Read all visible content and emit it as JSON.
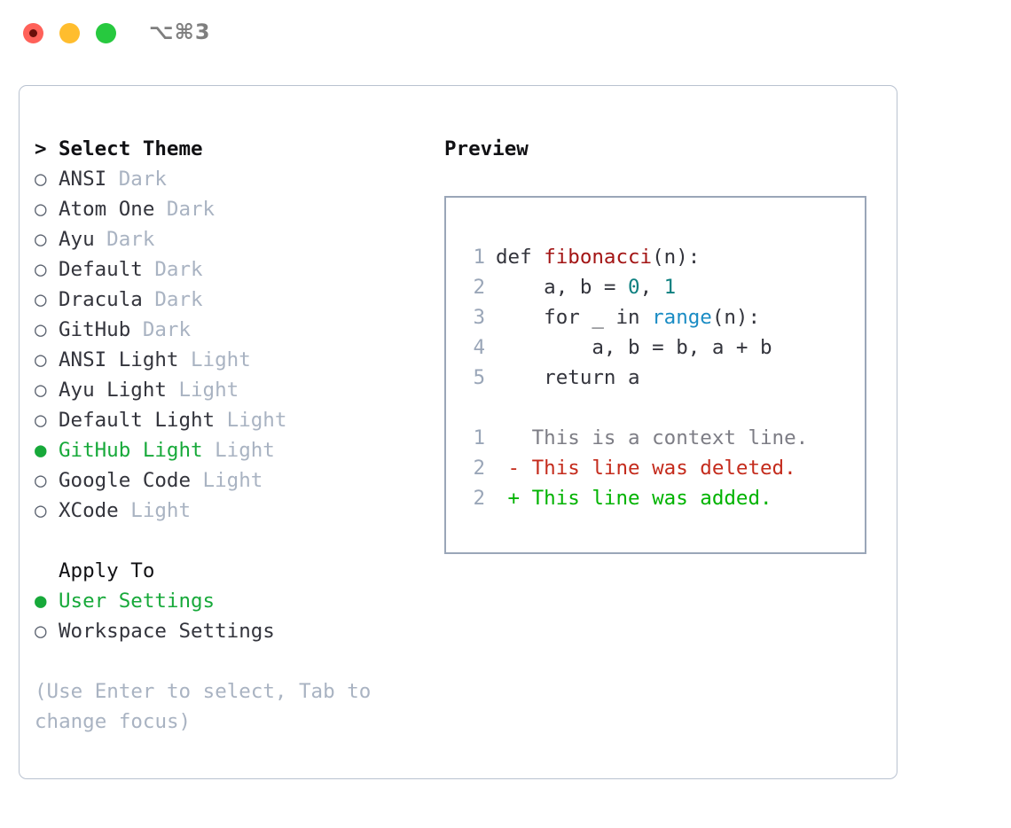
{
  "titlebar": {
    "shortcut": "⌥⌘3",
    "buttons": [
      {
        "name": "close",
        "color": "#ff6159"
      },
      {
        "name": "minimize",
        "color": "#ffbd2e"
      },
      {
        "name": "maximize",
        "color": "#27c93f"
      }
    ]
  },
  "theme_list": {
    "header": "Select Theme",
    "caret": ">",
    "bullet_selected": "●",
    "bullet_unselected": "○",
    "items": [
      {
        "label": "ANSI",
        "badge": "Dark",
        "selected": false
      },
      {
        "label": "Atom One",
        "badge": "Dark",
        "selected": false
      },
      {
        "label": "Ayu",
        "badge": "Dark",
        "selected": false
      },
      {
        "label": "Default",
        "badge": "Dark",
        "selected": false
      },
      {
        "label": "Dracula",
        "badge": "Dark",
        "selected": false
      },
      {
        "label": "GitHub",
        "badge": "Dark",
        "selected": false
      },
      {
        "label": "ANSI Light",
        "badge": "Light",
        "selected": false
      },
      {
        "label": "Ayu Light",
        "badge": "Light",
        "selected": false
      },
      {
        "label": "Default Light",
        "badge": "Light",
        "selected": false
      },
      {
        "label": "GitHub Light",
        "badge": "Light",
        "selected": true
      },
      {
        "label": "Google Code",
        "badge": "Light",
        "selected": false
      },
      {
        "label": "XCode",
        "badge": "Light",
        "selected": false
      }
    ]
  },
  "apply_to": {
    "title": "Apply To",
    "items": [
      {
        "label": "User Settings",
        "selected": true
      },
      {
        "label": "Workspace Settings",
        "selected": false
      }
    ]
  },
  "hint": "(Use Enter to select, Tab to change focus)",
  "preview": {
    "title": "Preview",
    "code_lines": [
      {
        "num": "1",
        "tokens": [
          {
            "t": "def ",
            "c": "kw"
          },
          {
            "t": "fibonacci",
            "c": "fn"
          },
          {
            "t": "(n):",
            "c": "plain"
          }
        ]
      },
      {
        "num": "2",
        "tokens": [
          {
            "t": "    a, b = ",
            "c": "plain"
          },
          {
            "t": "0",
            "c": "num"
          },
          {
            "t": ", ",
            "c": "plain"
          },
          {
            "t": "1",
            "c": "num"
          }
        ]
      },
      {
        "num": "3",
        "tokens": [
          {
            "t": "    for _ in ",
            "c": "kw"
          },
          {
            "t": "range",
            "c": "call"
          },
          {
            "t": "(n):",
            "c": "plain"
          }
        ]
      },
      {
        "num": "4",
        "tokens": [
          {
            "t": "        a, b = b, a + b",
            "c": "plain"
          }
        ]
      },
      {
        "num": "5",
        "tokens": [
          {
            "t": "    return a",
            "c": "kw"
          }
        ]
      }
    ],
    "diff_lines": [
      {
        "num": "1",
        "marker": " ",
        "text": "This is a context line.",
        "kind": "ctx"
      },
      {
        "num": "2",
        "marker": "-",
        "text": "This line was deleted.",
        "kind": "del"
      },
      {
        "num": "2",
        "marker": "+",
        "text": "This line was added.",
        "kind": "add"
      }
    ]
  },
  "colors": {
    "accent_green": "#17a93a",
    "badge_grey": "#a9b3c2",
    "text": "#33343c",
    "border": "#9aa6b8",
    "card_border": "#b9c2d0",
    "diff_add": "#00b300",
    "diff_del": "#c42b1c",
    "syntax_fn": "#a31515",
    "syntax_num": "#0d8080",
    "syntax_call": "#1a8cc4"
  }
}
